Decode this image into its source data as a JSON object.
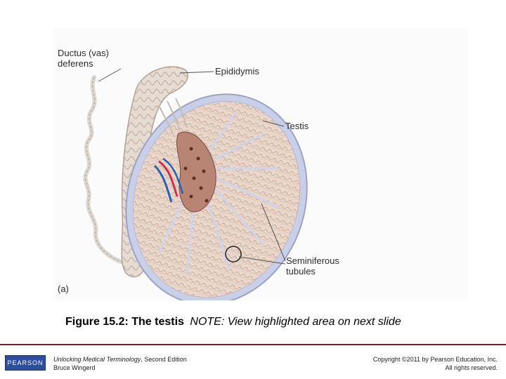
{
  "figure": {
    "labels": {
      "ductus_line1": "Ductus (vas)",
      "ductus_line2": "deferens",
      "epididymis": "Epididymis",
      "testis": "Testis",
      "seminiferous_line1": "Seminiferous",
      "seminiferous_line2": "tubules",
      "panel": "(a)"
    }
  },
  "caption": {
    "title": "Figure 15.2: The testis",
    "note": "NOTE: View highlighted area on next slide"
  },
  "footer": {
    "logo_text": "PEARSON",
    "book_title": "Unlocking Medical Terminology",
    "edition": ", Second Edition",
    "author": "Bruce Wingerd",
    "copyright": "Copyright ©2011 by Pearson Education, Inc.",
    "rights": "All rights reserved."
  },
  "colors": {
    "footer_rule": "#7a1f1f",
    "logo_bg": "#2f4e9a",
    "testis_fill": "#ead8cc",
    "testis_capsule": "#c9cfe6",
    "vessel_red": "#c8324a",
    "vessel_blue": "#2d5fb0"
  }
}
